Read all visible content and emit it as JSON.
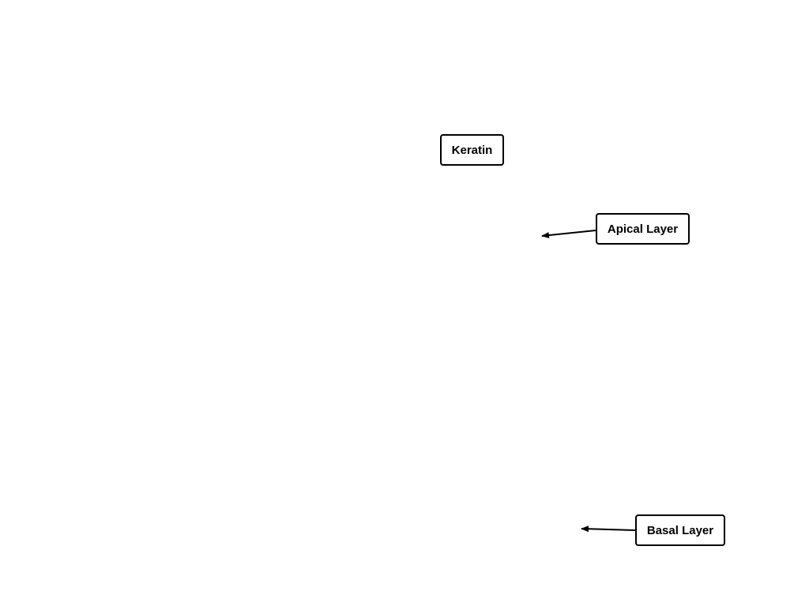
{
  "diagram": {
    "labels": {
      "keratin": "Keratin",
      "apical_layer": "Apical Layer",
      "basal_layer": "Basal Layer"
    },
    "colors": {
      "background": "#ffffff",
      "stroke": "#000000"
    }
  }
}
